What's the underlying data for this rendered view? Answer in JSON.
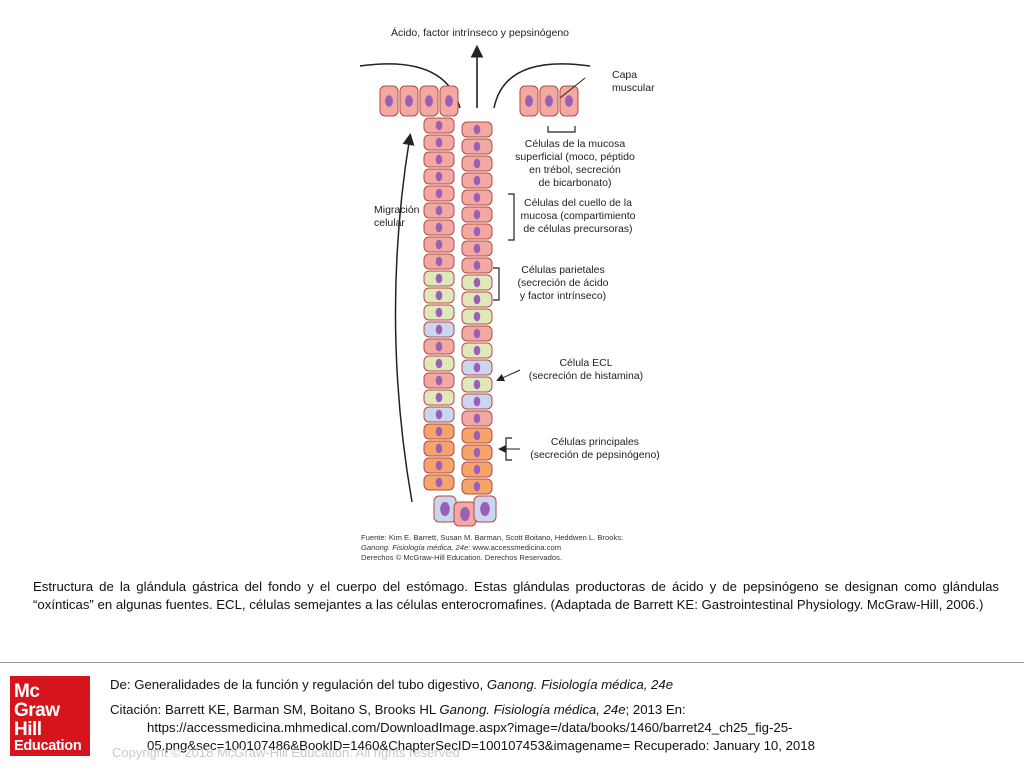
{
  "diagram": {
    "top_label": "Ácido, factor intrínseco y pepsinógeno",
    "capa_muscular": [
      "Capa",
      "muscular"
    ],
    "migracion": [
      "Migración",
      "celular"
    ],
    "superficial": [
      "Células de la mucosa",
      "superficial (moco, péptido",
      "en trébol, secreción",
      "de bicarbonato)"
    ],
    "cuello": [
      "Células del cuello de la",
      "mucosa (compartimiento",
      "de células precursoras)"
    ],
    "parietales": [
      "Células parietales",
      "(secreción de ácido",
      "y factor intrínseco)"
    ],
    "ecl": [
      "Célula ECL",
      "(secreción de histamina)"
    ],
    "principales": [
      "Células principales",
      "(secreción de pepsinógeno)"
    ],
    "source_line1": "Fuente: Kim E. Barrett, Susan M. Barman, Scott Boitano, Heddwen L. Brooks:",
    "source_line2_italic": "Ganong. Fisiología médica, 24e:",
    "source_line2_rest": " www.accessmedicina.com",
    "source_line3": "Derechos © McGraw-Hill Education. Derechos Reservados.",
    "colors": {
      "mucosa_cell": "#f2a9a1",
      "nucleus": "#9b5fb6",
      "parietal_cell": "#dfe8b9",
      "ecl_cell": "#c9d6ee",
      "chief_cell": "#f6a56a"
    }
  },
  "caption": "Estructura de la glándula gástrica del fondo y el cuerpo del estómago. Estas glándulas productoras de ácido y de pepsinógeno se designan como glándulas “oxínticas” en algunas fuentes. ECL, células semejantes a las células enterocromafines. (Adaptada de Barrett KE: Gastrointestinal Physiology. McGraw-Hill, 2006.)",
  "reference": {
    "de_label": "De: ",
    "de_text": "Generalidades de la función y regulación del tubo digestivo, ",
    "de_book": "Ganong. Fisiología médica, 24e",
    "cit_label": "Citación: ",
    "cit_authors": "Barrett KE, Barman SM, Boitano S, Brooks HL ",
    "cit_book": "Ganong. Fisiología médica, 24e",
    "cit_rest": "; 2013 En:",
    "url_line1": "https://accessmedicina.mhmedical.com/DownloadImage.aspx?image=/data/books/1460/barret24_ch25_fig-25-",
    "url_line2": "05.png&sec=100107486&BookID=1460&ChapterSecID=100107453&imagename= Recuperado: January 10, 2018"
  },
  "logo": {
    "line1": "Mc",
    "line2": "Graw",
    "line3": "Hill",
    "line4": "Education"
  },
  "copyright": "Copyright © 2018 McGraw-Hill Education. All rights reserved"
}
